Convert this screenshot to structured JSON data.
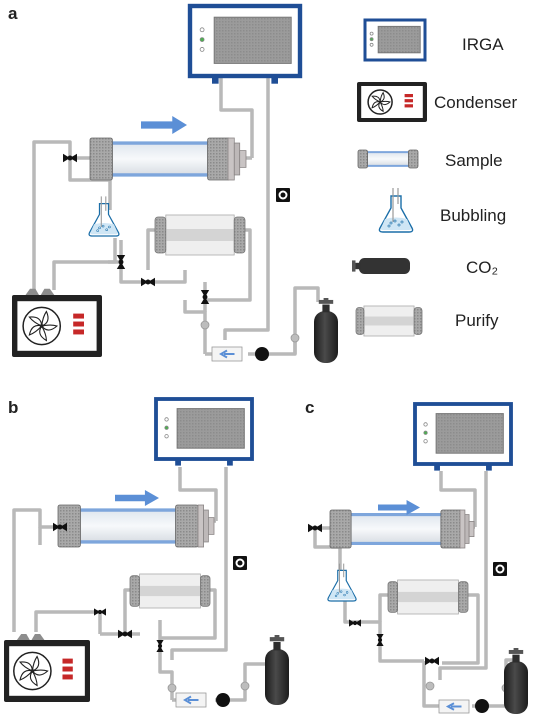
{
  "panels": [
    "a",
    "b",
    "c"
  ],
  "legend": {
    "irga": "IRGA",
    "condenser": "Condenser",
    "sample": "Sample",
    "bubbling": "Bubbling",
    "co2": "CO₂",
    "purify": "Purify"
  },
  "colors": {
    "irga_frame": "#1f4e96",
    "irga_screen": "#9a9a9a",
    "tube": "#b9b9b9",
    "flow_arrow": "#5b8fd6",
    "cylinder": "#2d2d2d",
    "condenser_frame": "#222222"
  },
  "icons": [
    "irga-icon",
    "condenser-icon",
    "sample-icon",
    "bubbling-flask-icon",
    "co2-cylinder-icon",
    "purify-icon",
    "valve-icon",
    "pump-icon"
  ]
}
